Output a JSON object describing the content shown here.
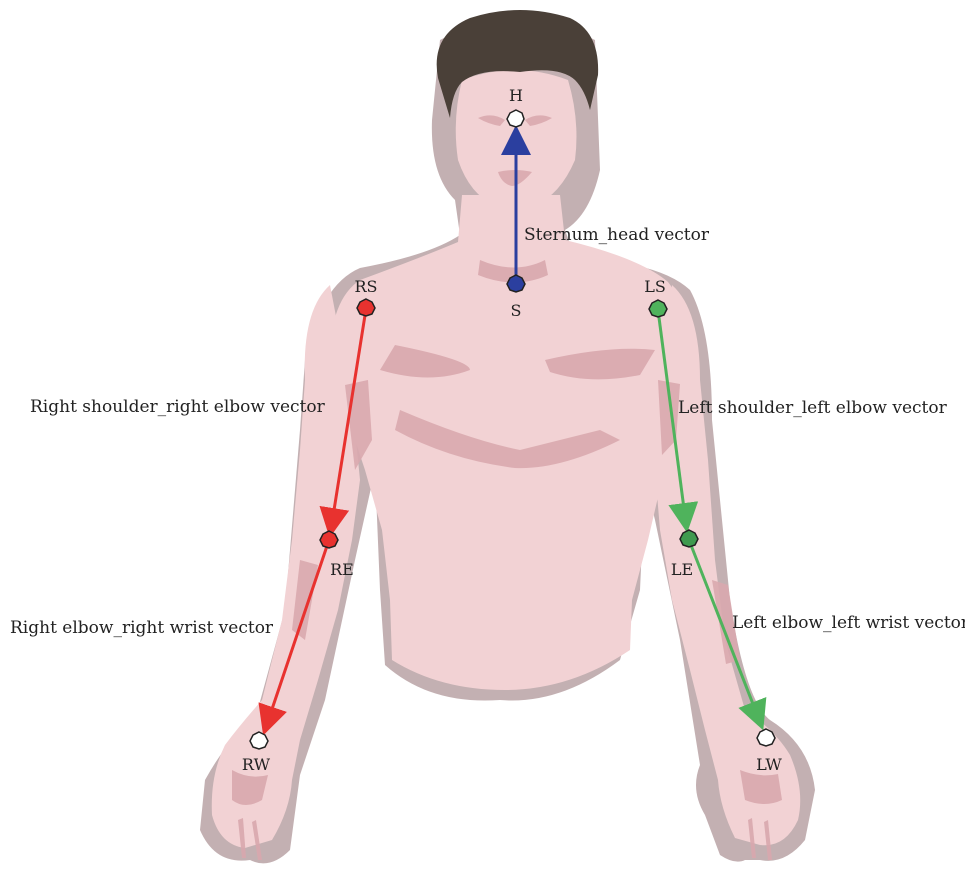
{
  "points": {
    "H": {
      "label": "H",
      "color": "#ffffff"
    },
    "S": {
      "label": "S",
      "color": "#2b3f9f"
    },
    "RS": {
      "label": "RS",
      "color": "#e8322f"
    },
    "LS": {
      "label": "LS",
      "color": "#4fb35c"
    },
    "RE": {
      "label": "RE",
      "color": "#e8322f"
    },
    "LE": {
      "label": "LE",
      "color": "#3f9a4f"
    },
    "RW": {
      "label": "RW",
      "color": "#ffffff"
    },
    "LW": {
      "label": "LW",
      "color": "#ffffff"
    }
  },
  "vectors": {
    "sternum_head": {
      "label": "Sternum_head vector",
      "color": "#2b3f9f"
    },
    "right_shoulder_elbow": {
      "label": "Right shoulder_right elbow vector",
      "color": "#e8322f"
    },
    "right_elbow_wrist": {
      "label": "Right elbow_right wrist vector",
      "color": "#e8322f"
    },
    "left_shoulder_elbow": {
      "label": "Left shoulder_left elbow vector",
      "color": "#4fb35c"
    },
    "left_elbow_wrist": {
      "label": "Left elbow_left wrist vector",
      "color": "#4fb35c"
    }
  },
  "colors": {
    "skin": "#f2d2d4",
    "skin_shadow": "#d9a8ae",
    "outline": "#b8a2a4",
    "hair": "#4a4038"
  }
}
